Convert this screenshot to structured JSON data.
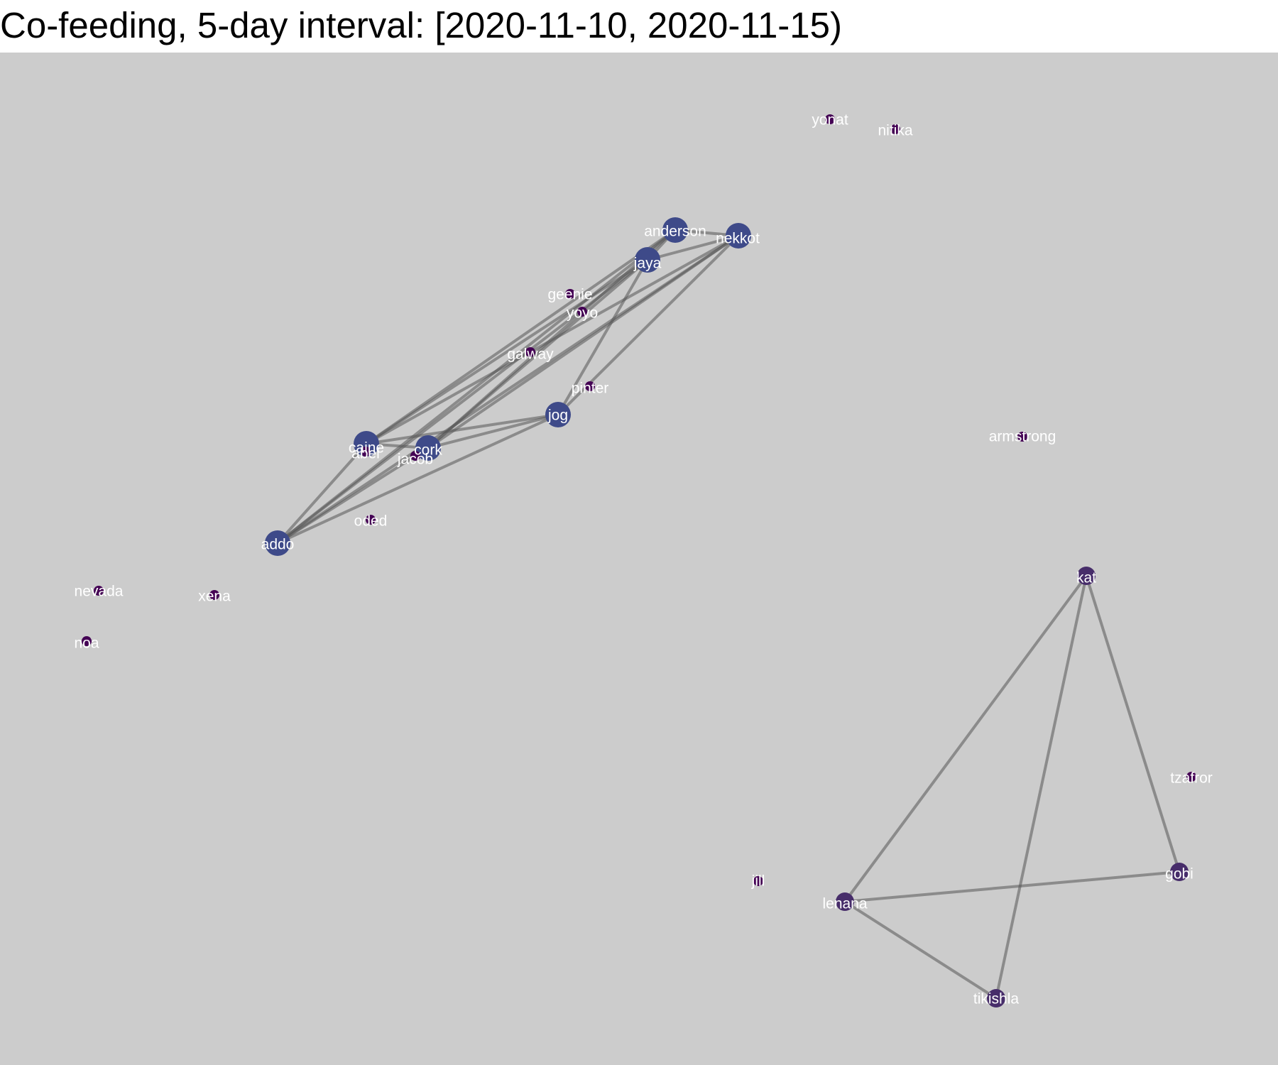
{
  "title": "Co-feeding, 5-day interval: [2020-11-10, 2020-11-15)",
  "colors": {
    "background": "#cccccc",
    "edge": "#555555",
    "node_large": "#3e4a89",
    "node_medium": "#472d6a",
    "node_small": "#440154",
    "label": "#ffffff"
  },
  "nodes": [
    {
      "id": "yonat",
      "label": "yonat",
      "size": "small"
    },
    {
      "id": "nitika",
      "label": "nitika",
      "size": "small"
    },
    {
      "id": "anderson",
      "label": "anderson",
      "size": "large"
    },
    {
      "id": "nekkot",
      "label": "nekkot",
      "size": "large"
    },
    {
      "id": "jaya",
      "label": "jaya",
      "size": "large"
    },
    {
      "id": "geenie",
      "label": "geenie",
      "size": "small"
    },
    {
      "id": "yoyo",
      "label": "yoyo",
      "size": "small"
    },
    {
      "id": "galway",
      "label": "galway",
      "size": "small"
    },
    {
      "id": "pinter",
      "label": "pinter",
      "size": "small"
    },
    {
      "id": "jog",
      "label": "jog",
      "size": "large"
    },
    {
      "id": "caine",
      "label": "caine",
      "size": "large"
    },
    {
      "id": "cork",
      "label": "cork",
      "size": "large"
    },
    {
      "id": "abel",
      "label": "abel",
      "size": "small"
    },
    {
      "id": "jacob",
      "label": "jacob",
      "size": "small"
    },
    {
      "id": "armstrong",
      "label": "armstrong",
      "size": "small"
    },
    {
      "id": "oded",
      "label": "oded",
      "size": "small"
    },
    {
      "id": "addo",
      "label": "addo",
      "size": "large"
    },
    {
      "id": "nevada",
      "label": "nevada",
      "size": "small"
    },
    {
      "id": "xena",
      "label": "xena",
      "size": "small"
    },
    {
      "id": "noa",
      "label": "noa",
      "size": "small"
    },
    {
      "id": "kat",
      "label": "kat",
      "size": "medium"
    },
    {
      "id": "tzafror",
      "label": "tzafror",
      "size": "small"
    },
    {
      "id": "gobi",
      "label": "gobi",
      "size": "medium"
    },
    {
      "id": "jill",
      "label": "jill",
      "size": "small"
    },
    {
      "id": "lenana",
      "label": "lenana",
      "size": "medium"
    },
    {
      "id": "tikishla",
      "label": "tikishla",
      "size": "medium"
    }
  ],
  "edges": [
    [
      "addo",
      "caine"
    ],
    [
      "addo",
      "anderson"
    ],
    [
      "addo",
      "jaya"
    ],
    [
      "addo",
      "nekkot"
    ],
    [
      "addo",
      "jog"
    ],
    [
      "addo",
      "cork"
    ],
    [
      "caine",
      "anderson"
    ],
    [
      "caine",
      "jaya"
    ],
    [
      "caine",
      "nekkot"
    ],
    [
      "caine",
      "jog"
    ],
    [
      "caine",
      "cork"
    ],
    [
      "cork",
      "anderson"
    ],
    [
      "cork",
      "jaya"
    ],
    [
      "cork",
      "nekkot"
    ],
    [
      "cork",
      "jog"
    ],
    [
      "jog",
      "jaya"
    ],
    [
      "jog",
      "nekkot"
    ],
    [
      "jaya",
      "anderson"
    ],
    [
      "jaya",
      "nekkot"
    ],
    [
      "anderson",
      "nekkot"
    ],
    [
      "kat",
      "lenana"
    ],
    [
      "kat",
      "tikishla"
    ],
    [
      "kat",
      "gobi"
    ],
    [
      "lenana",
      "gobi"
    ],
    [
      "lenana",
      "tikishla"
    ]
  ]
}
